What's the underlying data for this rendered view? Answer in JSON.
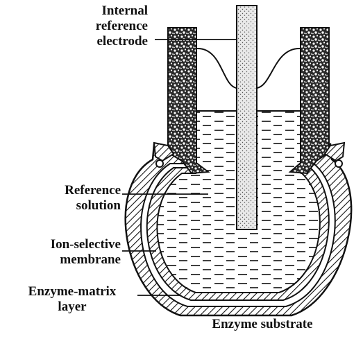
{
  "diagram": {
    "labels": {
      "internal_reference_electrode": [
        "Internal",
        "reference",
        "electrode"
      ],
      "reference_solution": [
        "Reference",
        "solution"
      ],
      "ion_selective_membrane": [
        "Ion-selective",
        "membrane"
      ],
      "enzyme_matrix_layer": [
        "Enzyme-matrix",
        "layer"
      ],
      "enzyme_substrate": "Enzyme substrate"
    },
    "colors": {
      "ink": "#111111",
      "background": "#ffffff"
    }
  }
}
